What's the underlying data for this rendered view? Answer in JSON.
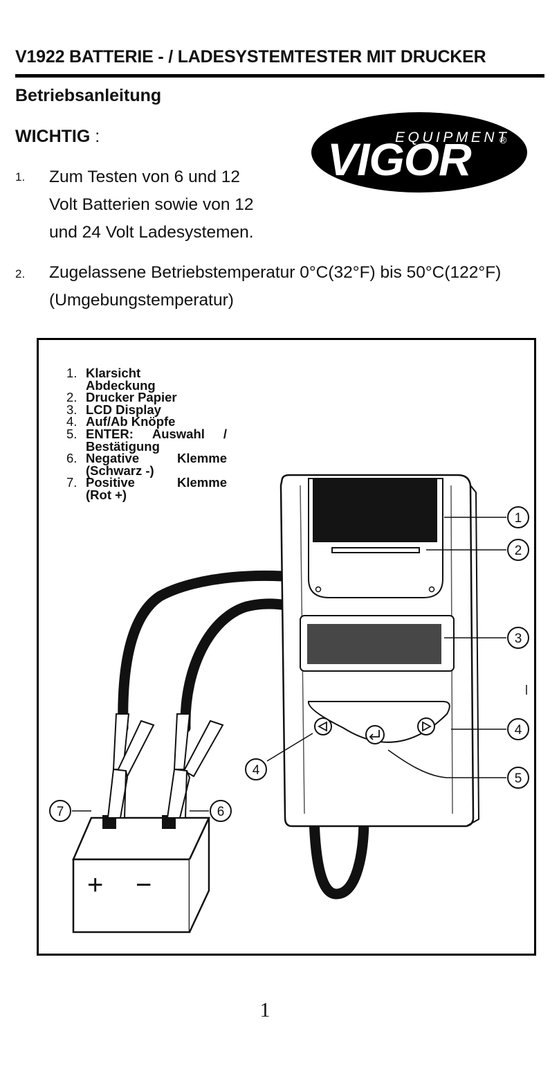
{
  "header": {
    "title": "V1922 BATTERIE - / LADESYSTEMTESTER MIT DRUCKER",
    "subtitle": "Betriebsanleitung",
    "important_label": "WICHTIG",
    "important_colon": " :"
  },
  "logo": {
    "brand": "VIGOR",
    "tagline": "EQUIPMENT",
    "registered": "®"
  },
  "instructions": [
    {
      "num": "1.",
      "lines": [
        "Zum Testen von 6 und 12",
        "Volt Batterien sowie von 12",
        "und 24 Volt Ladesystemen."
      ]
    },
    {
      "num": "2.",
      "lines": [
        "Zugelassene Betriebstemperatur 0°C(32°F) bis 50°C(122°F)",
        "(Umgebungstemperatur)"
      ]
    }
  ],
  "figure": {
    "legend": [
      {
        "num": "1.",
        "lines": [
          "Klarsicht",
          "Abdeckung"
        ]
      },
      {
        "num": "2.",
        "lines": [
          "Drucker Papier"
        ]
      },
      {
        "num": "3.",
        "lines": [
          "LCD Display"
        ]
      },
      {
        "num": "4.",
        "lines": [
          "Auf/Ab Knöpfe"
        ]
      },
      {
        "num": "5.",
        "lines": [
          "ENTER:",
          "Auswahl",
          "/",
          "Bestätigung"
        ]
      },
      {
        "num": "6.",
        "lines": [
          "Negative",
          "Klemme",
          "(Schwarz -)"
        ]
      },
      {
        "num": "7.",
        "lines": [
          "Positive",
          "Klemme",
          "(Rot +)"
        ]
      }
    ],
    "callouts": [
      "1",
      "2",
      "3",
      "4",
      "4",
      "5",
      "6",
      "7"
    ],
    "battery_plus": "+",
    "battery_minus": "−"
  },
  "page_number": "1"
}
